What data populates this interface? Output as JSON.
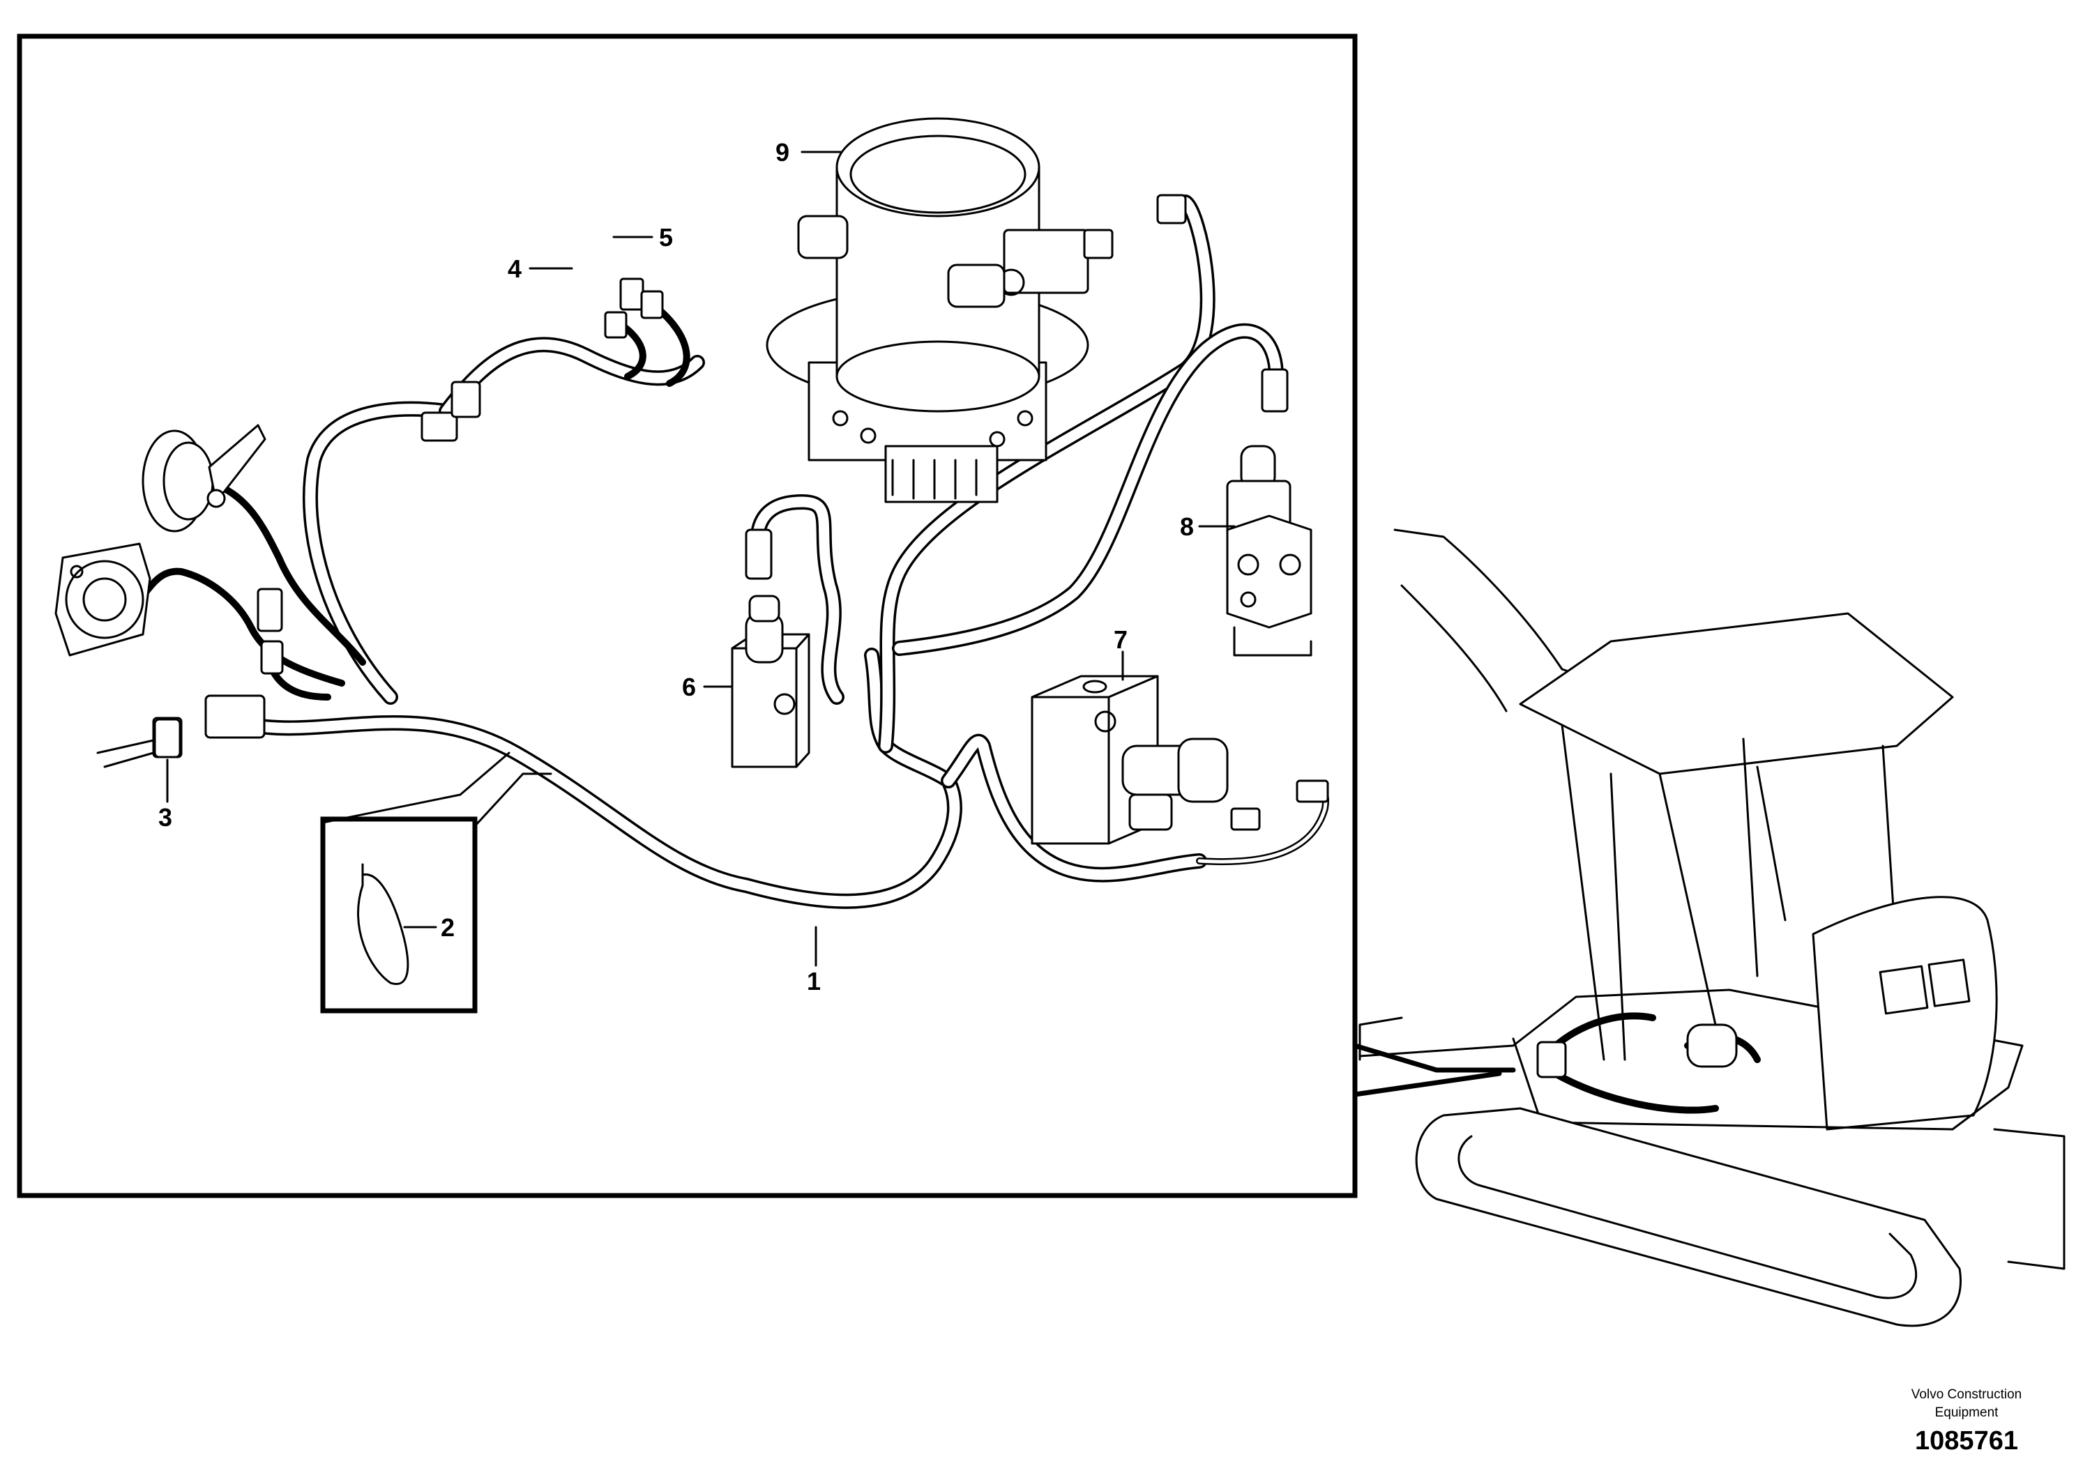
{
  "callouts": [
    {
      "id": "1",
      "label": "1"
    },
    {
      "id": "2",
      "label": "2"
    },
    {
      "id": "3",
      "label": "3"
    },
    {
      "id": "4",
      "label": "4"
    },
    {
      "id": "5",
      "label": "5"
    },
    {
      "id": "6",
      "label": "6"
    },
    {
      "id": "7",
      "label": "7"
    },
    {
      "id": "8",
      "label": "8"
    },
    {
      "id": "9",
      "label": "9"
    }
  ],
  "brand": {
    "line1": "Volvo Construction",
    "line2": "Equipment"
  },
  "document_number": "1085761"
}
